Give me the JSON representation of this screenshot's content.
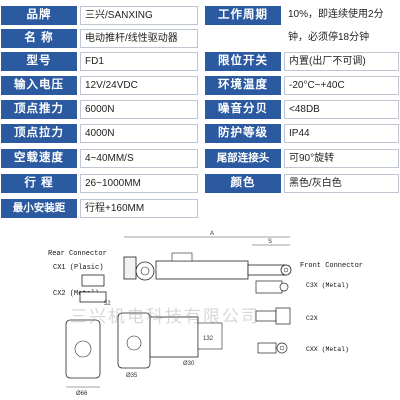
{
  "specs_left": [
    {
      "label": "品牌",
      "value": "三兴/SANXING"
    },
    {
      "label": "名 称",
      "value": "电动推杆/线性驱动器"
    },
    {
      "label": "型号",
      "value": "FD1"
    },
    {
      "label": "输入电压",
      "value": "12V/24VDC"
    },
    {
      "label": "顶点推力",
      "value": "6000N"
    },
    {
      "label": "顶点拉力",
      "value": "4000N"
    },
    {
      "label": "空载速度",
      "value": "4~40MM/S"
    },
    {
      "label": "行 程",
      "value": "26~1000MM"
    },
    {
      "label": "最小安装距",
      "value": "行程+160MM"
    }
  ],
  "specs_right": [
    {
      "label": "工作周期",
      "value": "10%，即连续使用2分"
    },
    {
      "label": "",
      "value": "钟，必须停18分钟"
    },
    {
      "label": "限位开关",
      "value": "内置(出厂不可调)"
    },
    {
      "label": "环境温度",
      "value": "-20°C~+40C"
    },
    {
      "label": "噪音分贝",
      "value": "<48DB"
    },
    {
      "label": "防护等级",
      "value": "IP44"
    },
    {
      "label": "尾部连接头",
      "value": "可90°旋转"
    },
    {
      "label": "颜色",
      "value": "黑色/灰白色"
    }
  ],
  "drawing": {
    "rear_connector": "Rear Connector",
    "cx1": "CX1 (Plasic)",
    "cx2": "CX2 (Metal)",
    "front_connector": "Front Connector",
    "c3x": "C3X (Metal)",
    "c2x": "C2X",
    "cxx": "CXX (Metal)",
    "dim_a": "A",
    "dim_s": "S",
    "dim_d66": "Ø66",
    "dim_d35": "Ø35",
    "dim_d30": "Ø30",
    "dim_132": "132",
    "dim_52": "52"
  },
  "watermark": "三兴机电科技有限公司"
}
